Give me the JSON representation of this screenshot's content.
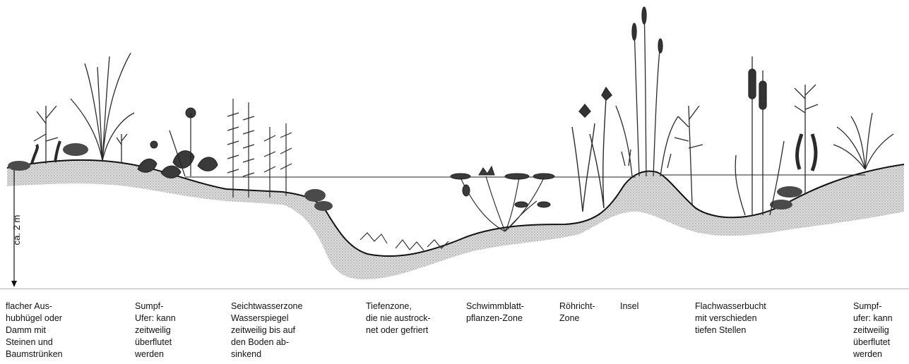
{
  "depth_label": "ca. 2 m",
  "captions": [
    {
      "id": "dam",
      "text": "flacher Aus-\nhubhügel oder\nDamm mit\nSteinen und\nBaumstrünken"
    },
    {
      "id": "swamp-left",
      "text": "Sumpf-\nUfer: kann\nzeitweilig\nüberflutet\nwerden"
    },
    {
      "id": "shallow",
      "text": "Seichtwasserzone\nWasserspiegel\nzeitweilig bis auf\nden Boden ab-\nsinkend"
    },
    {
      "id": "deep",
      "text": "Tiefenzone,\ndie nie austrock-\nnet oder gefriert"
    },
    {
      "id": "floating",
      "text": "Schwimmblatt-\npflanzen-Zone"
    },
    {
      "id": "reed",
      "text": "Röhricht-\nZone"
    },
    {
      "id": "island",
      "text": "Insel"
    },
    {
      "id": "bay",
      "text": "Flachwasserbucht\nmit verschieden\ntiefen Stellen"
    },
    {
      "id": "swamp-right",
      "text": "Sumpf-\nufer: kann\nzeitweilig\nüberflutet\nwerden"
    }
  ],
  "colors": {
    "ink": "#111111",
    "soil_fill": "#d6d6d6",
    "plant": "#2a2a2a",
    "stone": "#444444"
  }
}
